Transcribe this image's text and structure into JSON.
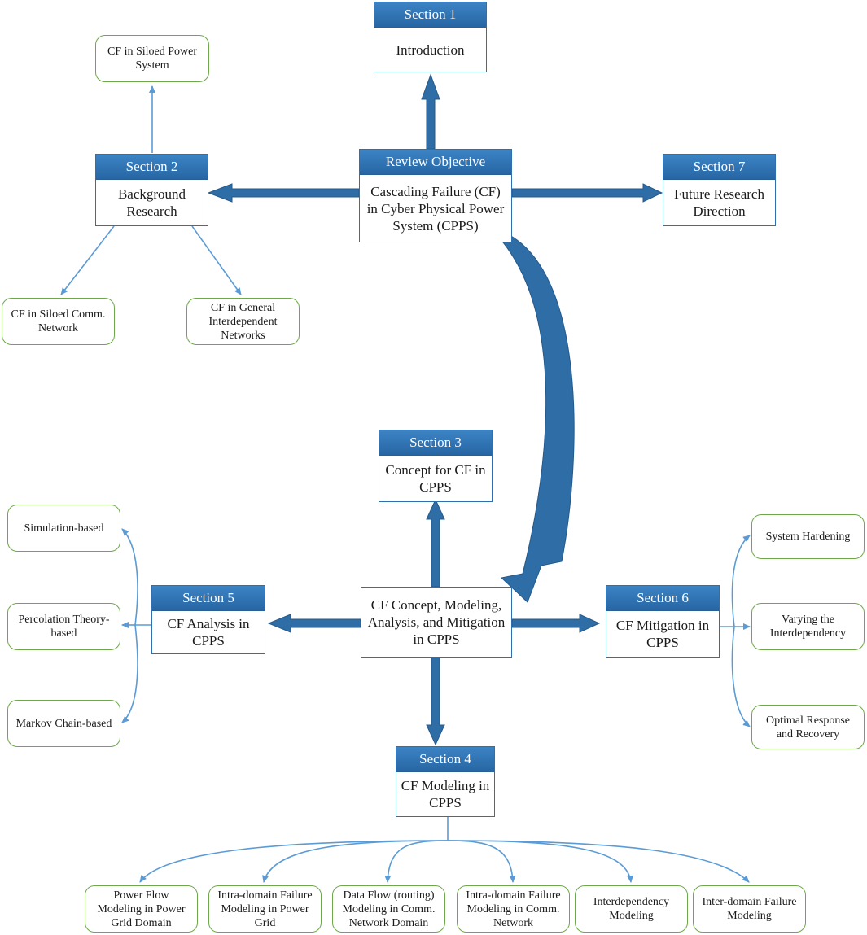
{
  "sections": {
    "s1": {
      "header": "Section 1",
      "lines": [
        "Introduction"
      ]
    },
    "obj": {
      "header": "Review Objective",
      "lines": [
        "Cascading Failure (CF)",
        "in Cyber Physical Power",
        "System (CPPS)"
      ]
    },
    "s2": {
      "header": "Section 2",
      "lines": [
        "Background",
        "Research"
      ]
    },
    "s7": {
      "header": "Section 7",
      "lines": [
        "Future Research",
        "Direction"
      ]
    },
    "s3": {
      "header": "Section 3",
      "lines": [
        "Concept for CF in",
        "CPPS"
      ]
    },
    "center": {
      "lines": [
        "CF Concept, Modeling,",
        "Analysis, and Mitigation",
        "in CPPS"
      ]
    },
    "s5": {
      "header": "Section 5",
      "lines": [
        "CF Analysis in",
        "CPPS"
      ]
    },
    "s6": {
      "header": "Section 6",
      "lines": [
        "CF Mitigation in",
        "CPPS"
      ]
    },
    "s4": {
      "header": "Section 4",
      "lines": [
        "CF Modeling in",
        "CPPS"
      ]
    }
  },
  "leaves": {
    "siloed_power": [
      "CF in Siloed Power",
      "System"
    ],
    "siloed_comm": [
      "CF in Siloed Comm.",
      "Network"
    ],
    "general_interdep": [
      "CF in General",
      "Interdependent",
      "Networks"
    ],
    "simulation": [
      "Simulation-based"
    ],
    "percolation": [
      "Percolation Theory-",
      "based"
    ],
    "markov": [
      "Markov Chain-based"
    ],
    "hardening": [
      "System Hardening"
    ],
    "varying": [
      "Varying the",
      "Interdependency"
    ],
    "optimal": [
      "Optimal Response",
      "and Recovery"
    ],
    "power_flow": [
      "Power Flow",
      "Modeling in Power",
      "Grid Domain"
    ],
    "intra_power": [
      "Intra-domain Failure",
      "Modeling in Power",
      "Grid"
    ],
    "data_flow": [
      "Data Flow (routing)",
      "Modeling in Comm.",
      "Network Domain"
    ],
    "intra_comm": [
      "Intra-domain Failure",
      "Modeling in Comm.",
      "Network"
    ],
    "interdep_model": [
      "Interdependency",
      "Modeling"
    ],
    "inter_domain": [
      "Inter-domain Failure",
      "Modeling"
    ]
  },
  "colors": {
    "section_blue": "#2f74b5",
    "arrow_blue": "#2e6da6",
    "thin_line": "#5b9bd5",
    "leaf_border": "#6ea84a"
  }
}
